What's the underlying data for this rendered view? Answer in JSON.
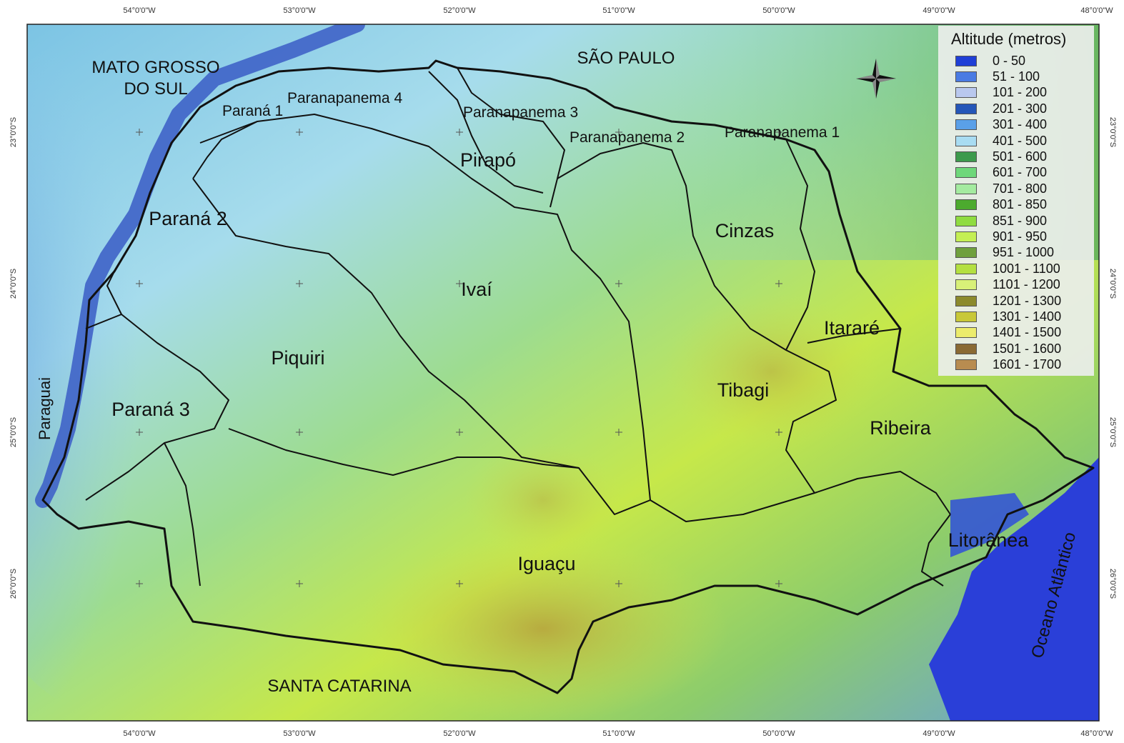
{
  "map": {
    "lon_labels": [
      "54°0'0\"W",
      "53°0'0\"W",
      "52°0'0\"W",
      "51°0'0\"W",
      "50°0'0\"W",
      "49°0'0\"W",
      "48°0'0\"W"
    ],
    "lat_labels": [
      "23°0'0\"S",
      "24°0'0\"S",
      "25°0'0\"S",
      "26°0'0\"S"
    ],
    "states": {
      "ms_line1": "MATO GROSSO",
      "ms_line2": "DO SUL",
      "sp": "SÃO PAULO",
      "sc": "SANTA CATARINA",
      "py": "Paraguai",
      "ocean": "Oceano Atlântico"
    },
    "basins": {
      "parana1": "Paraná 1",
      "paranapanema4": "Paranapanema 4",
      "paranapanema3": "Paranapanema 3",
      "paranapanema2": "Paranapanema 2",
      "paranapanema1": "Paranapanema 1",
      "pirapo": "Pirapó",
      "parana2": "Paraná 2",
      "cinzas": "Cinzas",
      "ivai": "Ivaí",
      "itarare": "Itararé",
      "piquiri": "Piquiri",
      "tibagi": "Tibagi",
      "parana3": "Paraná 3",
      "ribeira": "Ribeira",
      "litoranea": "Litorânea",
      "iguacu": "Iguaçu"
    },
    "colors": {
      "ocean": "#2a3fd8",
      "river": "#3f63c8",
      "boundary": "#111111"
    }
  },
  "legend": {
    "title": "Altitude (metros)",
    "classes": [
      {
        "label": "0 - 50",
        "color": "#1f3fd6"
      },
      {
        "label": "51 - 100",
        "color": "#4a7be3"
      },
      {
        "label": "101 - 200",
        "color": "#b9c8ee"
      },
      {
        "label": "201 - 300",
        "color": "#2456b8"
      },
      {
        "label": "301 - 400",
        "color": "#5aa0e8"
      },
      {
        "label": "401 - 500",
        "color": "#a8dcf2"
      },
      {
        "label": "501 - 600",
        "color": "#3c9a4c"
      },
      {
        "label": "601 - 700",
        "color": "#6ed77a"
      },
      {
        "label": "701 - 800",
        "color": "#a4eba0"
      },
      {
        "label": "801 - 850",
        "color": "#4caa2e"
      },
      {
        "label": "851 - 900",
        "color": "#8fdc40"
      },
      {
        "label": "901 - 950",
        "color": "#c4ef54"
      },
      {
        "label": "951 - 1000",
        "color": "#6fa03e"
      },
      {
        "label": "1001 - 1100",
        "color": "#b4e040"
      },
      {
        "label": "1101 - 1200",
        "color": "#d8f078"
      },
      {
        "label": "1201 - 1300",
        "color": "#8c8a2c"
      },
      {
        "label": "1301 - 1400",
        "color": "#c8c838"
      },
      {
        "label": "1401 - 1500",
        "color": "#ecec6c"
      },
      {
        "label": "1501 - 1600",
        "color": "#8a6a34"
      },
      {
        "label": "1601 - 1700",
        "color": "#b88c50"
      }
    ]
  }
}
